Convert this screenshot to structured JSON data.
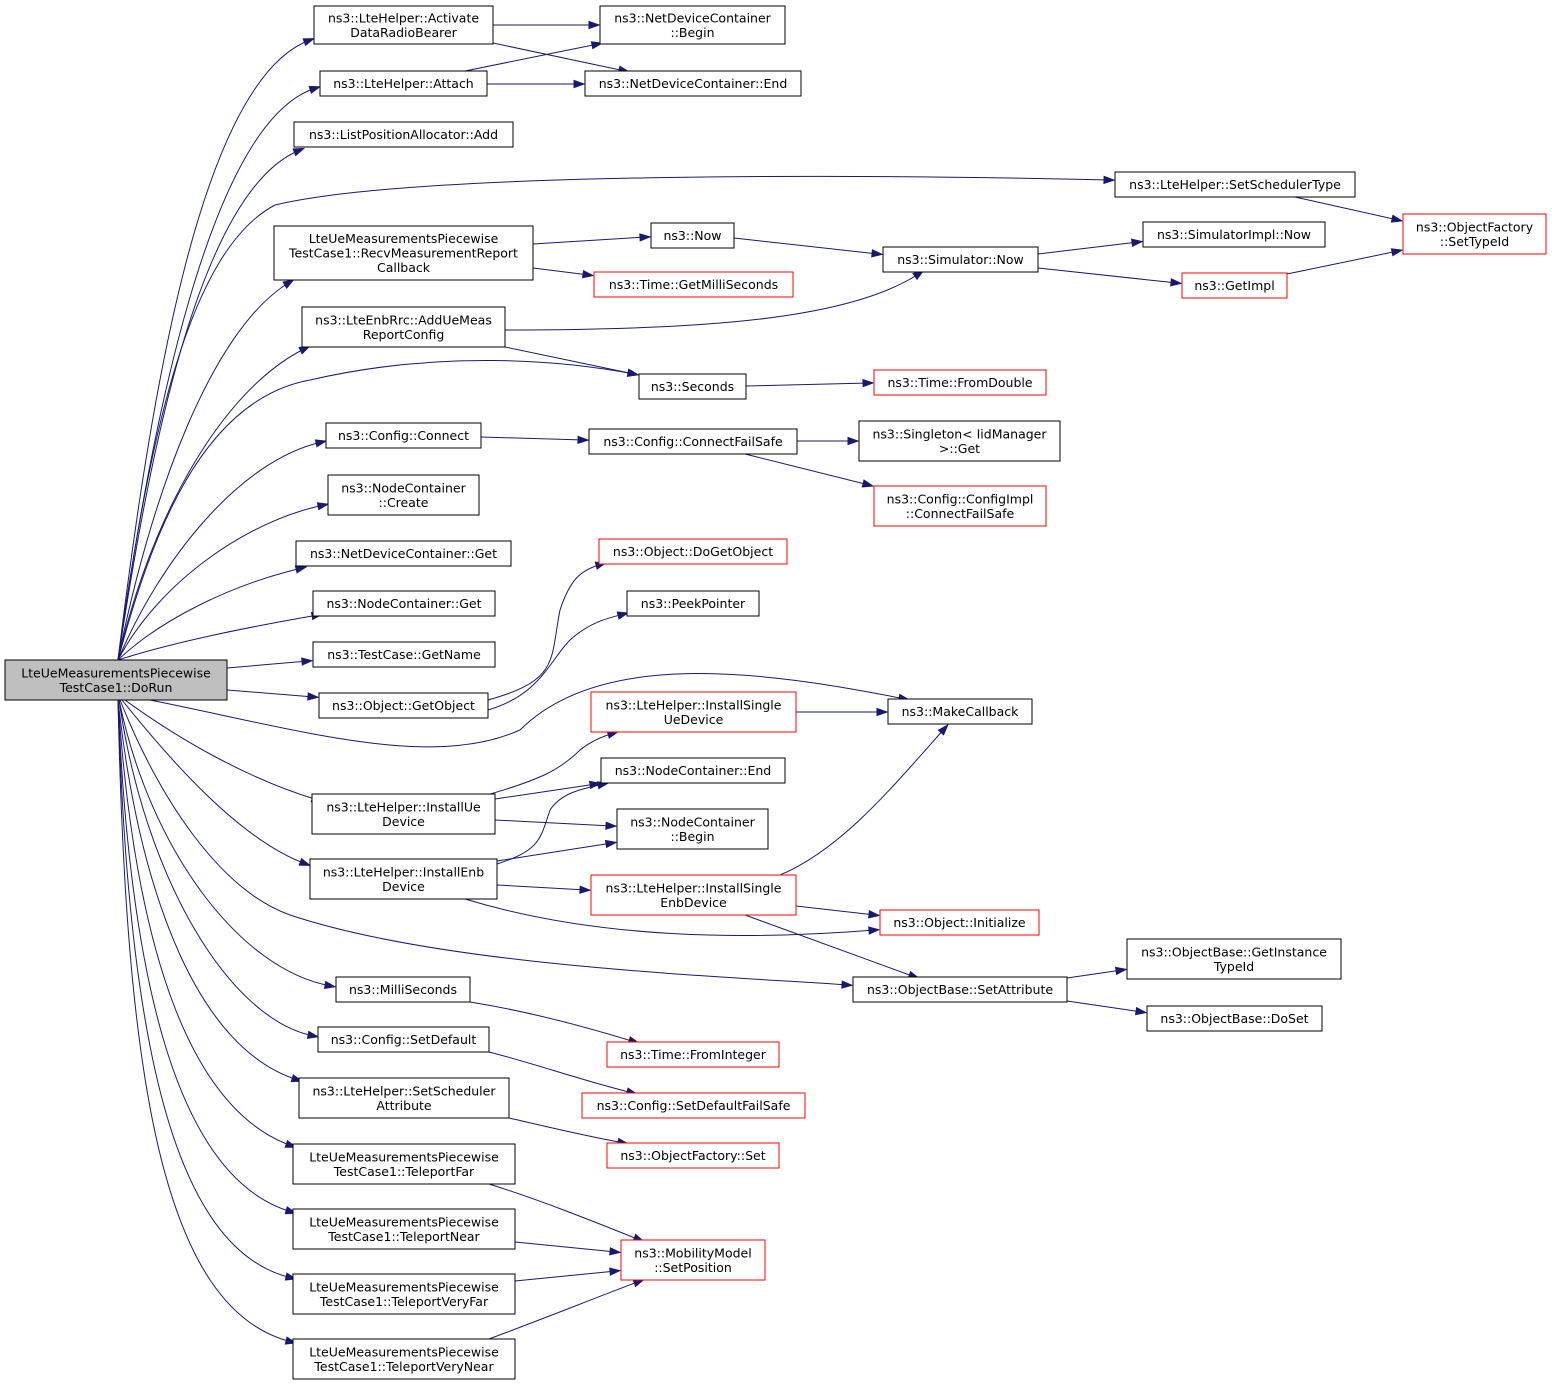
{
  "diagram": {
    "title": "",
    "colors": {
      "edge": "#191970",
      "node_border": "#000000",
      "node_border_incomplete": "#ff0000",
      "root_fill": "#bfbfbf",
      "node_fill": "#ffffff"
    },
    "nodes": {
      "root": {
        "lines": [
          "LteUeMeasurementsPiecewise",
          "TestCase1::DoRun"
        ],
        "style": "root"
      },
      "activate": {
        "lines": [
          "ns3::LteHelper::Activate",
          "DataRadioBearer"
        ],
        "style": "normal"
      },
      "ndc_begin": {
        "lines": [
          "ns3::NetDeviceContainer",
          "::Begin"
        ],
        "style": "normal"
      },
      "ndc_end": {
        "lines": [
          "ns3::NetDeviceContainer::End"
        ],
        "style": "normal"
      },
      "attach": {
        "lines": [
          "ns3::LteHelper::Attach"
        ],
        "style": "normal"
      },
      "lpa_add": {
        "lines": [
          "ns3::ListPositionAllocator::Add"
        ],
        "style": "normal"
      },
      "set_sched": {
        "lines": [
          "ns3::LteHelper::SetSchedulerType"
        ],
        "style": "normal"
      },
      "of_settypeid": {
        "lines": [
          "ns3::ObjectFactory",
          "::SetTypeId"
        ],
        "style": "incomplete"
      },
      "recv": {
        "lines": [
          "LteUeMeasurementsPiecewise",
          "TestCase1::RecvMeasurementReport",
          "Callback"
        ],
        "style": "normal"
      },
      "now": {
        "lines": [
          "ns3::Now"
        ],
        "style": "normal"
      },
      "sim_now": {
        "lines": [
          "ns3::Simulator::Now"
        ],
        "style": "normal"
      },
      "simimpl_now": {
        "lines": [
          "ns3::SimulatorImpl::Now"
        ],
        "style": "normal"
      },
      "getimpl": {
        "lines": [
          "ns3::GetImpl"
        ],
        "style": "incomplete"
      },
      "getmilli": {
        "lines": [
          "ns3::Time::GetMilliSeconds"
        ],
        "style": "incomplete"
      },
      "addue": {
        "lines": [
          "ns3::LteEnbRrc::AddUeMeas",
          "ReportConfig"
        ],
        "style": "normal"
      },
      "seconds": {
        "lines": [
          "ns3::Seconds"
        ],
        "style": "normal"
      },
      "fromdouble": {
        "lines": [
          "ns3::Time::FromDouble"
        ],
        "style": "incomplete"
      },
      "cfg_connect": {
        "lines": [
          "ns3::Config::Connect"
        ],
        "style": "normal"
      },
      "cfg_cfs": {
        "lines": [
          "ns3::Config::ConnectFailSafe"
        ],
        "style": "normal"
      },
      "singleton": {
        "lines": [
          "ns3::Singleton< IidManager",
          " >::Get"
        ],
        "style": "normal"
      },
      "cfgimpl": {
        "lines": [
          "ns3::Config::ConfigImpl",
          "::ConnectFailSafe"
        ],
        "style": "incomplete"
      },
      "nc_create": {
        "lines": [
          "ns3::NodeContainer",
          "::Create"
        ],
        "style": "normal"
      },
      "ndc_get": {
        "lines": [
          "ns3::NetDeviceContainer::Get"
        ],
        "style": "normal"
      },
      "dogetobject": {
        "lines": [
          "ns3::Object::DoGetObject"
        ],
        "style": "incomplete"
      },
      "nc_get": {
        "lines": [
          "ns3::NodeContainer::Get"
        ],
        "style": "normal"
      },
      "peekpointer": {
        "lines": [
          "ns3::PeekPointer"
        ],
        "style": "normal"
      },
      "getname": {
        "lines": [
          "ns3::TestCase::GetName"
        ],
        "style": "normal"
      },
      "getobject": {
        "lines": [
          "ns3::Object::GetObject"
        ],
        "style": "normal"
      },
      "install_su": {
        "lines": [
          "ns3::LteHelper::InstallSingle",
          "UeDevice"
        ],
        "style": "incomplete"
      },
      "makecallback": {
        "lines": [
          "ns3::MakeCallback"
        ],
        "style": "normal"
      },
      "nc_end": {
        "lines": [
          "ns3::NodeContainer::End"
        ],
        "style": "normal"
      },
      "install_ue": {
        "lines": [
          "ns3::LteHelper::InstallUe",
          "Device"
        ],
        "style": "normal"
      },
      "nc_begin": {
        "lines": [
          "ns3::NodeContainer",
          "::Begin"
        ],
        "style": "normal"
      },
      "install_enb": {
        "lines": [
          "ns3::LteHelper::InstallEnb",
          "Device"
        ],
        "style": "normal"
      },
      "install_se": {
        "lines": [
          "ns3::LteHelper::InstallSingle",
          "EnbDevice"
        ],
        "style": "incomplete"
      },
      "initialize": {
        "lines": [
          "ns3::Object::Initialize"
        ],
        "style": "incomplete"
      },
      "getinst": {
        "lines": [
          "ns3::ObjectBase::GetInstance",
          "TypeId"
        ],
        "style": "normal"
      },
      "millis": {
        "lines": [
          "ns3::MilliSeconds"
        ],
        "style": "normal"
      },
      "setattr": {
        "lines": [
          "ns3::ObjectBase::SetAttribute"
        ],
        "style": "normal"
      },
      "doset": {
        "lines": [
          "ns3::ObjectBase::DoSet"
        ],
        "style": "normal"
      },
      "cfg_setdef": {
        "lines": [
          "ns3::Config::SetDefault"
        ],
        "style": "normal"
      },
      "frominteger": {
        "lines": [
          "ns3::Time::FromInteger"
        ],
        "style": "incomplete"
      },
      "sched_attr": {
        "lines": [
          "ns3::LteHelper::SetScheduler",
          "Attribute"
        ],
        "style": "normal"
      },
      "setdeffs": {
        "lines": [
          "ns3::Config::SetDefaultFailSafe"
        ],
        "style": "incomplete"
      },
      "of_set": {
        "lines": [
          "ns3::ObjectFactory::Set"
        ],
        "style": "incomplete"
      },
      "tp_far": {
        "lines": [
          "LteUeMeasurementsPiecewise",
          "TestCase1::TeleportFar"
        ],
        "style": "normal"
      },
      "tp_near": {
        "lines": [
          "LteUeMeasurementsPiecewise",
          "TestCase1::TeleportNear"
        ],
        "style": "normal"
      },
      "mm_setpos": {
        "lines": [
          "ns3::MobilityModel",
          "::SetPosition"
        ],
        "style": "incomplete"
      },
      "tp_veryfar": {
        "lines": [
          "LteUeMeasurementsPiecewise",
          "TestCase1::TeleportVeryFar"
        ],
        "style": "normal"
      },
      "tp_verynear": {
        "lines": [
          "LteUeMeasurementsPiecewise",
          "TestCase1::TeleportVeryNear"
        ],
        "style": "normal"
      }
    },
    "edges": [
      [
        "root",
        "activate"
      ],
      [
        "root",
        "attach"
      ],
      [
        "root",
        "lpa_add"
      ],
      [
        "root",
        "set_sched"
      ],
      [
        "root",
        "recv"
      ],
      [
        "root",
        "addue"
      ],
      [
        "root",
        "seconds"
      ],
      [
        "root",
        "cfg_connect"
      ],
      [
        "root",
        "nc_create"
      ],
      [
        "root",
        "ndc_get"
      ],
      [
        "root",
        "nc_get"
      ],
      [
        "root",
        "getname"
      ],
      [
        "root",
        "getobject"
      ],
      [
        "root",
        "makecallback"
      ],
      [
        "root",
        "install_ue"
      ],
      [
        "root",
        "install_enb"
      ],
      [
        "root",
        "setattr"
      ],
      [
        "root",
        "millis"
      ],
      [
        "root",
        "cfg_setdef"
      ],
      [
        "root",
        "sched_attr"
      ],
      [
        "root",
        "tp_far"
      ],
      [
        "root",
        "tp_near"
      ],
      [
        "root",
        "tp_veryfar"
      ],
      [
        "root",
        "tp_verynear"
      ],
      [
        "activate",
        "ndc_begin"
      ],
      [
        "activate",
        "ndc_end"
      ],
      [
        "attach",
        "ndc_begin"
      ],
      [
        "attach",
        "ndc_end"
      ],
      [
        "set_sched",
        "of_settypeid"
      ],
      [
        "recv",
        "now"
      ],
      [
        "recv",
        "getmilli"
      ],
      [
        "now",
        "sim_now"
      ],
      [
        "sim_now",
        "simimpl_now"
      ],
      [
        "sim_now",
        "getimpl"
      ],
      [
        "getimpl",
        "of_settypeid"
      ],
      [
        "addue",
        "sim_now"
      ],
      [
        "addue",
        "seconds"
      ],
      [
        "seconds",
        "fromdouble"
      ],
      [
        "cfg_connect",
        "cfg_cfs"
      ],
      [
        "cfg_cfs",
        "singleton"
      ],
      [
        "cfg_cfs",
        "cfgimpl"
      ],
      [
        "getobject",
        "dogetobject"
      ],
      [
        "getobject",
        "peekpointer"
      ],
      [
        "install_ue",
        "install_su"
      ],
      [
        "install_ue",
        "nc_end"
      ],
      [
        "install_ue",
        "nc_begin"
      ],
      [
        "install_su",
        "makecallback"
      ],
      [
        "install_enb",
        "nc_end"
      ],
      [
        "install_enb",
        "nc_begin"
      ],
      [
        "install_enb",
        "install_se"
      ],
      [
        "install_enb",
        "initialize"
      ],
      [
        "install_se",
        "makecallback"
      ],
      [
        "install_se",
        "initialize"
      ],
      [
        "install_se",
        "setattr"
      ],
      [
        "setattr",
        "getinst"
      ],
      [
        "setattr",
        "doset"
      ],
      [
        "millis",
        "frominteger"
      ],
      [
        "cfg_setdef",
        "setdeffs"
      ],
      [
        "sched_attr",
        "of_set"
      ],
      [
        "tp_far",
        "mm_setpos"
      ],
      [
        "tp_near",
        "mm_setpos"
      ],
      [
        "tp_veryfar",
        "mm_setpos"
      ],
      [
        "tp_verynear",
        "mm_setpos"
      ]
    ]
  }
}
